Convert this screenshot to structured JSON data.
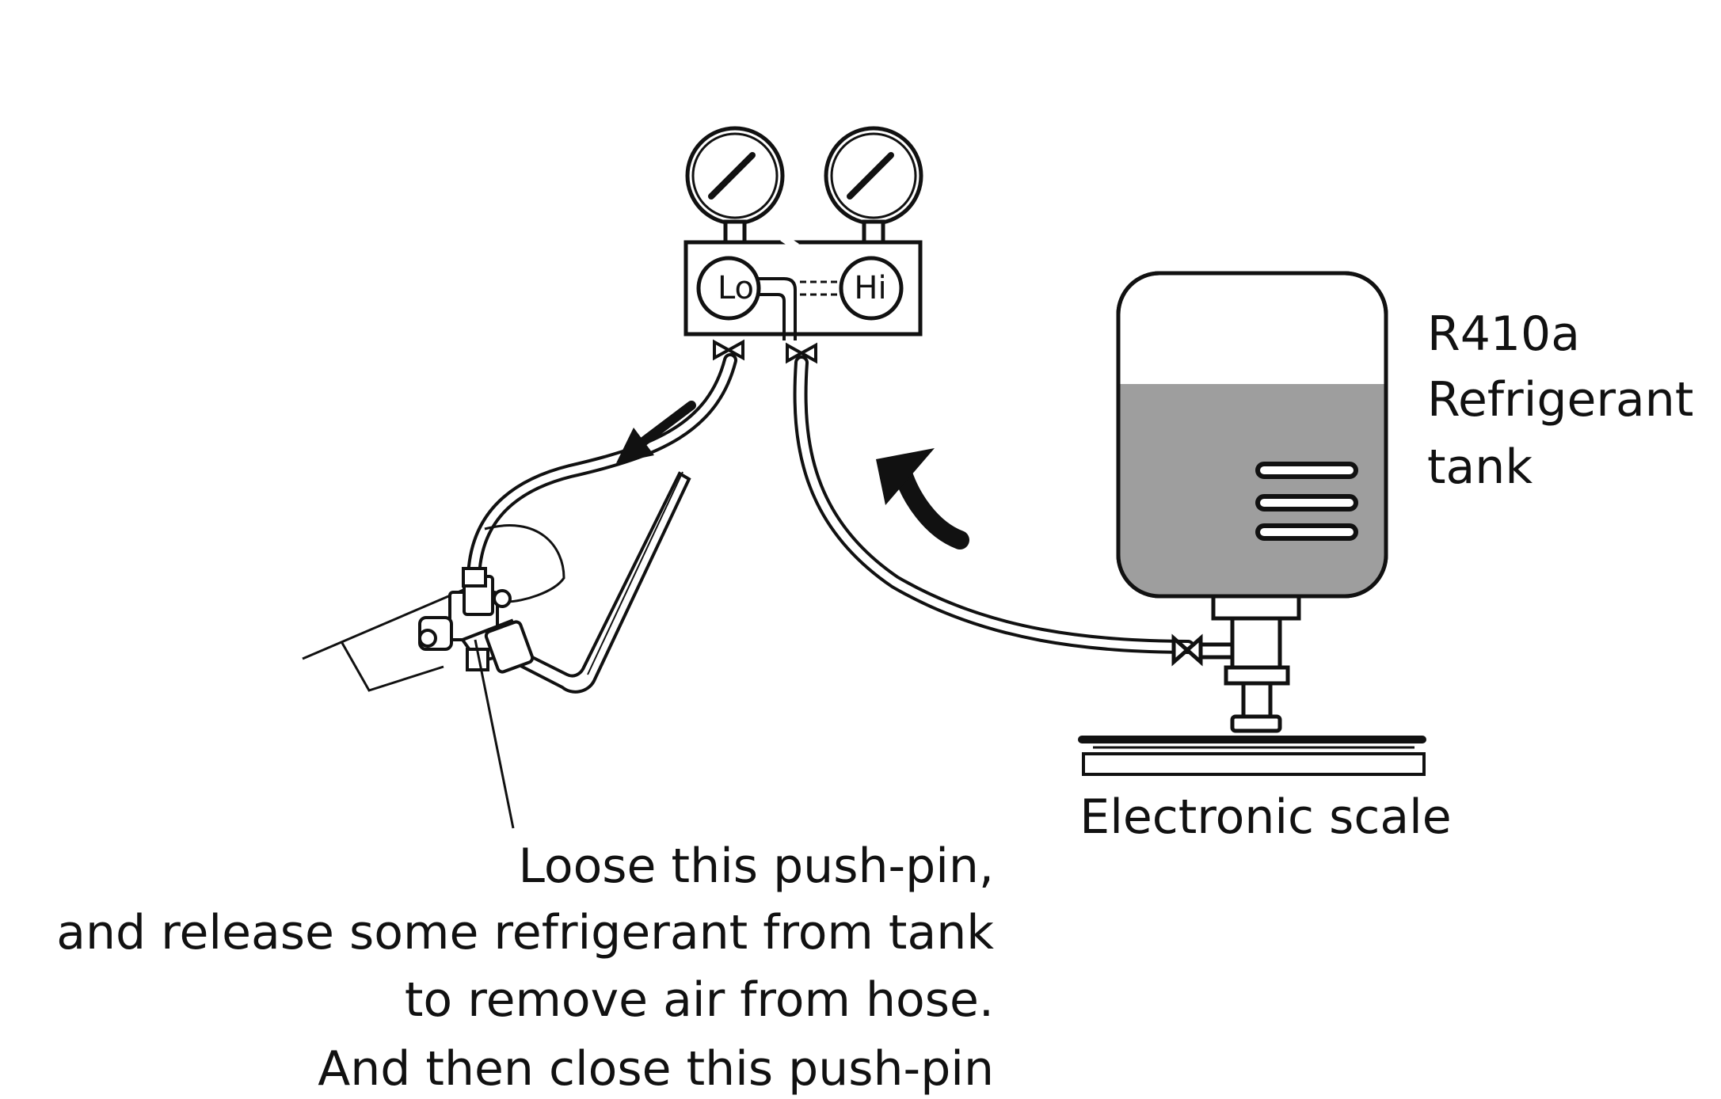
{
  "gauges": {
    "low_label": "Lo",
    "high_label": "Hi"
  },
  "tank": {
    "label_lines": [
      "R410a",
      "Refrigerant",
      "tank"
    ]
  },
  "scale": {
    "label": "Electronic scale"
  },
  "instruction": {
    "lines": [
      "Loose this push-pin,",
      "and release some refrigerant from tank",
      "to remove air from hose.",
      "And then close this push-pin"
    ]
  },
  "colors": {
    "line": "#111111",
    "refrigerant_fill": "#9e9e9e",
    "background": "#ffffff"
  }
}
